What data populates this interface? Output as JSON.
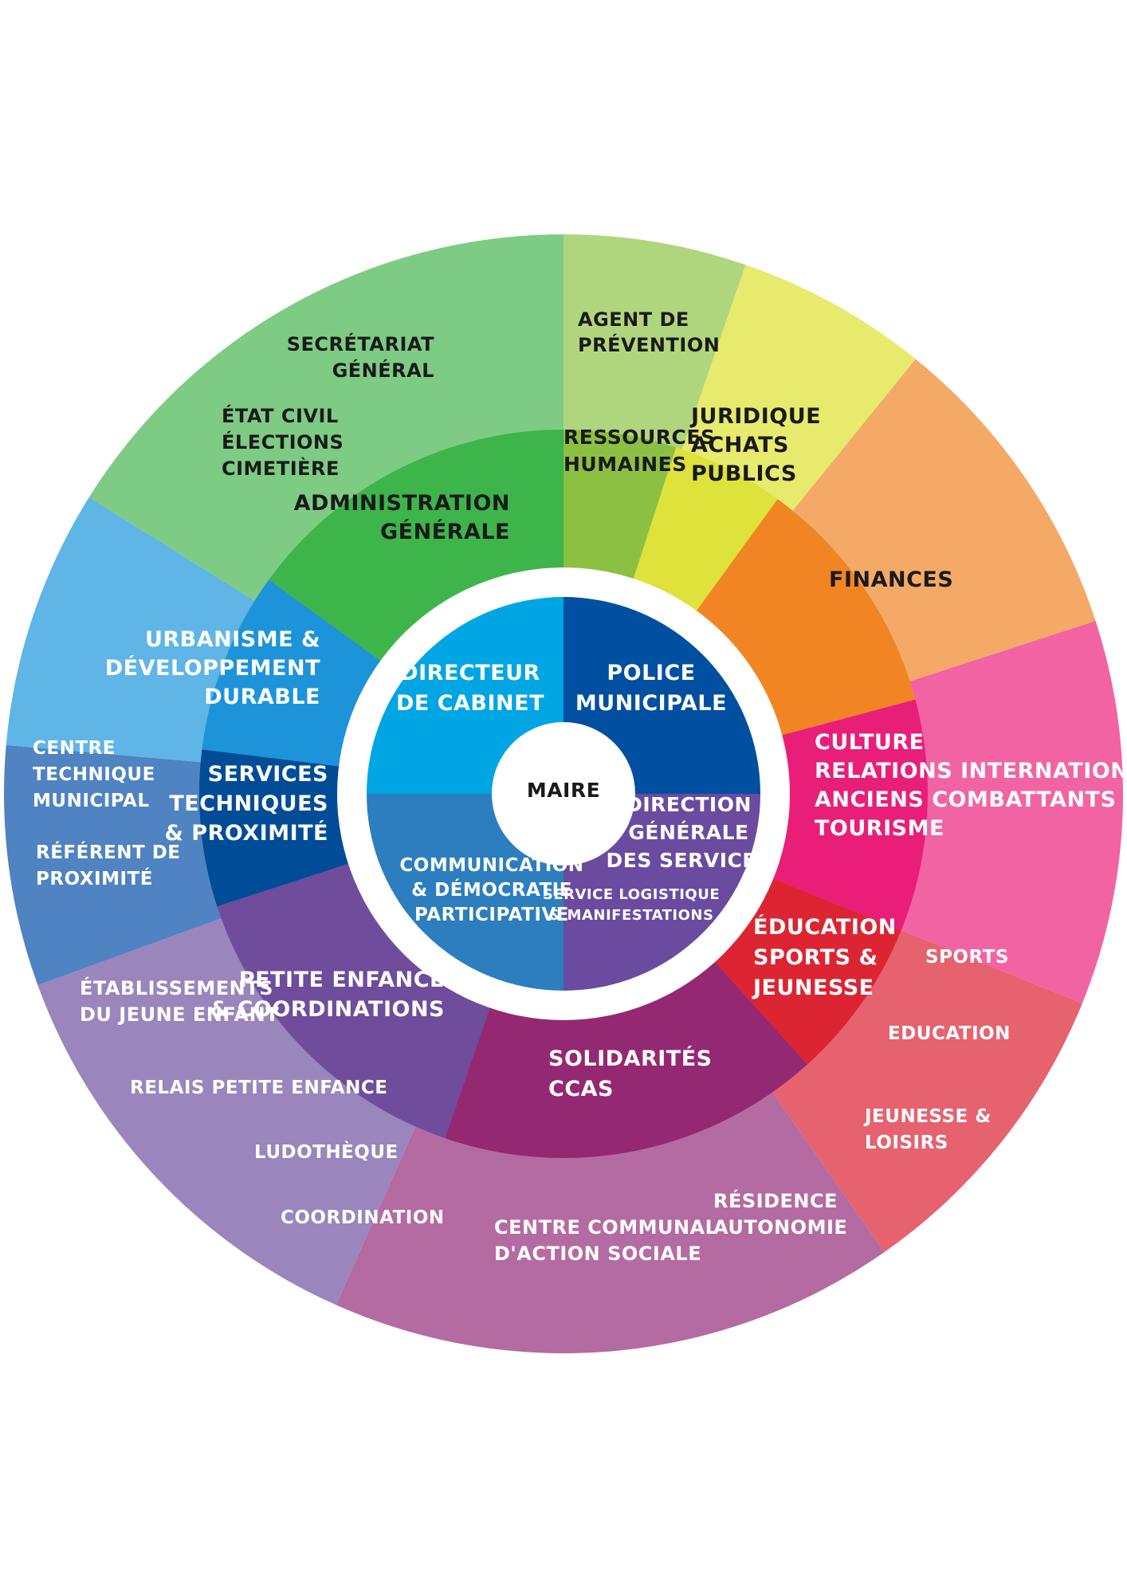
{
  "colors": {
    "admin_outer": "#7ecb84",
    "admin_mid": "#3db54a",
    "rh_outer": "#b0d67d",
    "rh_mid": "#8cc043",
    "jur_outer": "#e8ea6e",
    "jur_mid": "#dee23a",
    "fin_outer": "#f4a967",
    "fin_mid": "#f18524",
    "cult_outer": "#f263a4",
    "cult_mid": "#e91e78",
    "edu_outer": "#e5626e",
    "edu_mid": "#dc2432",
    "sol_outer": "#b46ba1",
    "sol_mid": "#942873",
    "pe_outer": "#9a85bc",
    "pe_mid": "#6f4c9c",
    "st_outer": "#4f83c1",
    "st_mid": "#004c97",
    "urb_outer": "#5eb5e6",
    "urb_mid": "#1d93d9",
    "cabinet": "#00a5e4",
    "police": "#004fa0",
    "comm": "#2c7ebf",
    "dgs": "#6a4ba0",
    "ring": "#ffffff",
    "dark_text": "#1a1a1a",
    "light_text": "#ffffff"
  },
  "center": {
    "label": "MAIRE"
  },
  "inner": {
    "cabinet": [
      "DIRECTEUR",
      "DE CABINET"
    ],
    "police": [
      "POLICE",
      "MUNICIPALE"
    ],
    "comm": [
      "COMMUNICATION",
      "& DÉMOCRATIE",
      "PARTICIPATIVE"
    ],
    "dgs": [
      "DIRECTION",
      "GÉNÉRALE",
      "DES SERVICES"
    ],
    "logistique": [
      "SERVICE LOGISTIQUE",
      "& MANIFESTATIONS"
    ]
  },
  "middle": {
    "admin": [
      "ADMINISTRATION",
      "GÉNÉRALE"
    ],
    "rh": [
      "RESSOURCES",
      "HUMAINES"
    ],
    "fin": [
      "FINANCES"
    ],
    "cult": [
      "CULTURE",
      "RELATIONS INTERNATIONALES",
      "ANCIENS COMBATTANTS",
      "TOURISME"
    ],
    "edu": [
      "ÉDUCATION",
      "SPORTS &",
      "JEUNESSE"
    ],
    "sol": [
      "SOLIDARITÉS",
      "CCAS"
    ],
    "pe": [
      "PETITE ENFANCE",
      "& COORDINATIONS"
    ],
    "st": [
      "SERVICES",
      "TECHNIQUES",
      "& PROXIMITÉ"
    ],
    "urb": [
      "URBANISME &",
      "DÉVELOPPEMENT",
      "DURABLE"
    ]
  },
  "outer": {
    "secretariat": [
      "SECRÉTARIAT",
      "GÉNÉRAL"
    ],
    "etat_civil": [
      "ÉTAT CIVIL",
      "ÉLECTIONS",
      "CIMETIÈRE"
    ],
    "agent": [
      "AGENT DE",
      "PRÉVENTION"
    ],
    "juridique": [
      "JURIDIQUE",
      "ACHATS",
      "PUBLICS"
    ],
    "sports": [
      "SPORTS"
    ],
    "education": [
      "EDUCATION"
    ],
    "jeunesse": [
      "JEUNESSE &",
      "LOISIRS"
    ],
    "residence": [
      "RÉSIDENCE",
      "AUTONOMIE"
    ],
    "ccas": [
      "CENTRE COMMUNAL",
      "D'ACTION SOCIALE"
    ],
    "eje": [
      "ÉTABLISSEMENTS",
      "DU JEUNE ENFANT"
    ],
    "rpe": [
      "RELAIS PETITE ENFANCE"
    ],
    "ludo": [
      "LUDOTHÈQUE"
    ],
    "coord": [
      "COORDINATION"
    ],
    "ctm": [
      "CENTRE",
      "TECHNIQUE",
      "MUNICIPAL"
    ],
    "referent": [
      "RÉFÉRENT DE",
      "PROXIMITÉ"
    ]
  }
}
